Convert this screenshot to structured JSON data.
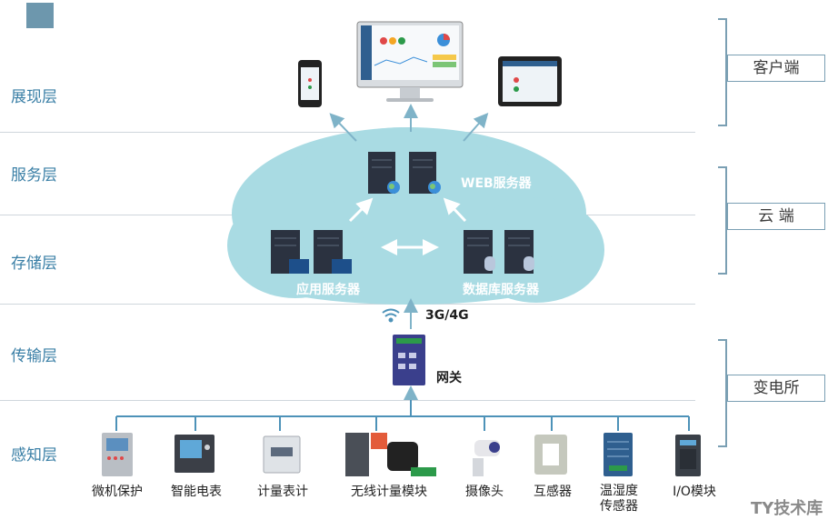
{
  "layers": [
    "展现层",
    "服务层",
    "存储层",
    "传输层",
    "感知层"
  ],
  "side_groups": [
    "客户端",
    "云  端",
    "变电所"
  ],
  "cloud": {
    "web_server": "WEB服务器",
    "app_server": "应用服务器",
    "db_server": "数据库服务器"
  },
  "network": "3G/4G",
  "gateway": "网关",
  "devices": [
    "微机保护",
    "智能电表",
    "计量表计",
    "无线计量模块",
    "摄像头",
    "互感器",
    "温湿度\n传感器",
    "I/O模块"
  ],
  "watermark": "TY技术库",
  "colors": {
    "accent": "#3a7fa6",
    "cloud": "#a9dbe3",
    "line": "#4d92b8"
  }
}
